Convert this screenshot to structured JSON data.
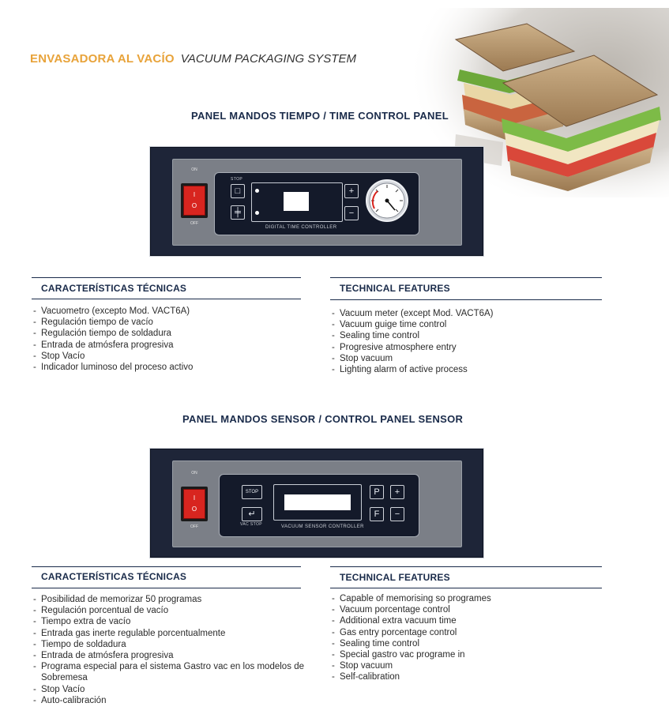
{
  "header": {
    "title_es": "ENVASADORA AL VACÍO",
    "title_en": "VACUUM PACKAGING SYSTEM"
  },
  "panel_time": {
    "title": "PANEL MANDOS TIEMPO / TIME CONTROL PANEL",
    "switch_on": "ON",
    "switch_off": "OFF",
    "switch_i": "I",
    "switch_o": "O",
    "stop_label": "STOP",
    "controller_label": "DIGITAL TIME CONTROLLER",
    "plus": "+",
    "minus": "−",
    "stop_glyph": "□",
    "gauge_glyph": "╪",
    "features_es": {
      "heading": "CARACTERÍSTICAS TÉCNICAS",
      "items": [
        "Vacuometro (excepto Mod. VACT6A)",
        "Regulación tiempo de vacío",
        "Regulación tiempo de soldadura",
        "Entrada de atmósfera progresiva",
        "Stop Vacío",
        "Indicador luminoso del proceso activo"
      ]
    },
    "features_en": {
      "heading": "TECHNICAL FEATURES",
      "items": [
        "Vacuum meter (except Mod. VACT6A)",
        "Vacuum guige time control",
        "Sealing time control",
        "Progresive atmosphere entry",
        "Stop vacuum",
        "Lighting alarm of active process"
      ]
    }
  },
  "panel_sensor": {
    "title": "PANEL MANDOS SENSOR / CONTROL PANEL SENSOR",
    "switch_on": "ON",
    "switch_off": "OFF",
    "switch_i": "I",
    "switch_o": "O",
    "stop_label": "STOP",
    "enter_glyph": "↵",
    "vac_stop_label": "VAC STOP",
    "controller_label": "VACUUM SENSOR CONTROLLER",
    "p_label": "P",
    "f_label": "F",
    "plus": "+",
    "minus": "−",
    "features_es": {
      "heading": "CARACTERÍSTICAS TÉCNICAS",
      "items": [
        "Posibilidad de memorizar 50 programas",
        "Regulación porcentual de vacío",
        "Tiempo extra de vacío",
        "Entrada gas inerte regulable porcentualmente",
        "Tiempo de soldadura",
        "Entrada de atmósfera progresiva",
        "Programa especial para el sistema Gastro vac en los modelos de Sobremesa",
        "Stop Vacío",
        "Auto-calibración"
      ]
    },
    "features_en": {
      "heading": "TECHNICAL FEATURES",
      "items": [
        "Capable of memorising so programes",
        "Vacuum porcentage control",
        "Additional extra vacuum time",
        "Gas entry porcentage control",
        "Sealing time control",
        "Special gastro vac programe in",
        "Stop vacuum",
        "Self-calibration"
      ]
    }
  },
  "colors": {
    "accent_orange": "#e8a33a",
    "navy": "#1a2b4a",
    "panel_dark": "#1e2538",
    "switch_red": "#d8251f"
  },
  "icons": [
    "sandwich-image",
    "vacuum-gauge-icon",
    "enter-icon",
    "power-switch-icon"
  ]
}
